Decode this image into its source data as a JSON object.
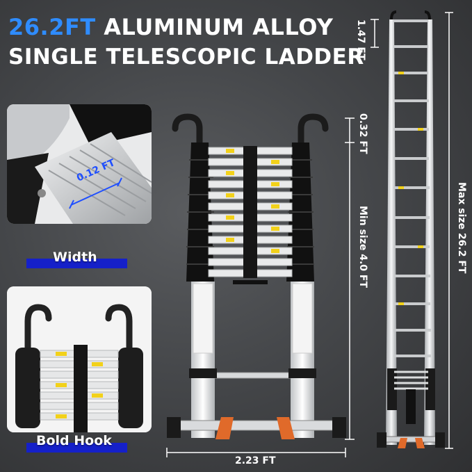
{
  "title": {
    "size": "26.2FT",
    "line1_rest": "ALUMINUM ALLOY",
    "line2": "SINGLE TELESCOPIC LADDER"
  },
  "panels": {
    "width_label": "Width",
    "width_value": "0.12 FT",
    "hook_label": "Bold Hook"
  },
  "dimensions": {
    "top_rung_gap": "1.47 FT",
    "hook_gap": "0.32 FT",
    "min_size": "Min size 4.0 FT",
    "max_size": "Max size 26.2 FT",
    "base_width": "2.23 FT"
  },
  "colors": {
    "accent_blue": "#2f8cff",
    "label_blue": "#1520c9",
    "background": "#45474a"
  }
}
